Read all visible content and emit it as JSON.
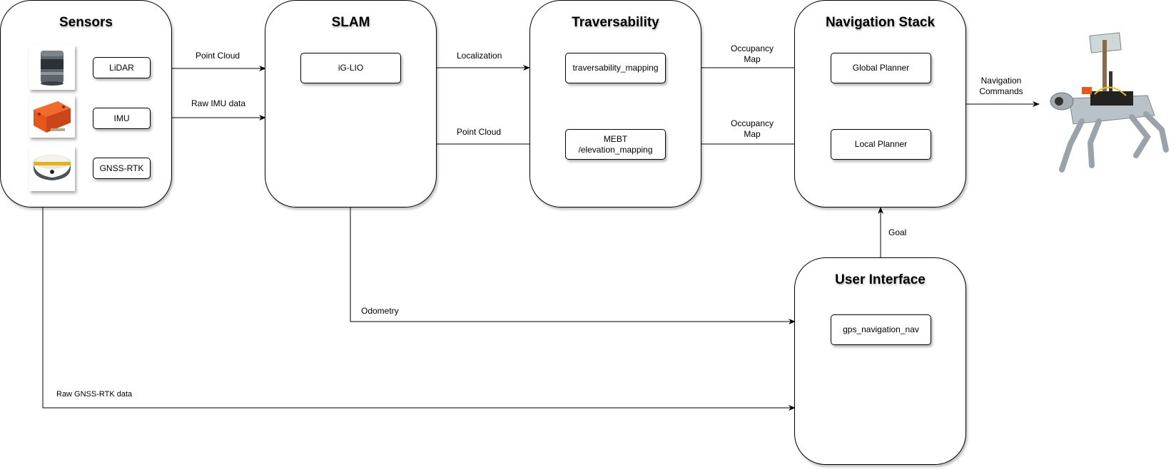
{
  "groups": {
    "sensors": "Sensors",
    "slam": "SLAM",
    "traversability": "Traversability",
    "nav_stack": "Navigation Stack",
    "user_interface": "User Interface"
  },
  "nodes": {
    "lidar": "LiDAR",
    "imu": "IMU",
    "gnss": "GNSS-RTK",
    "iglio": "iG-LIO",
    "trav_mapping": "traversability_mapping",
    "mebt": "MEBT\n/elevation_mapping",
    "global_planner": "Global Planner",
    "local_planner": "Local Planner",
    "gps_nav": "gps_navigation_nav"
  },
  "edges": {
    "point_cloud_1": "Point Cloud",
    "raw_imu": "Raw IMU data",
    "localization": "Localization",
    "point_cloud_2": "Point Cloud",
    "occupancy_1": "Occupancy\nMap",
    "occupancy_2": "Occupancy\nMap",
    "nav_commands": "Navigation\nCommands",
    "goal": "Goal",
    "odometry": "Odometry",
    "raw_gnss": "Raw GNSS-RTK data"
  },
  "colors": {
    "line": "#000000",
    "imu_orange": "#e8561a",
    "robot_gray": "#b9c2c8"
  },
  "icons": {
    "lidar": "lidar-sensor-image",
    "imu": "imu-device-image",
    "gnss": "gnss-receiver-image",
    "robot": "quadruped-robot-image"
  }
}
